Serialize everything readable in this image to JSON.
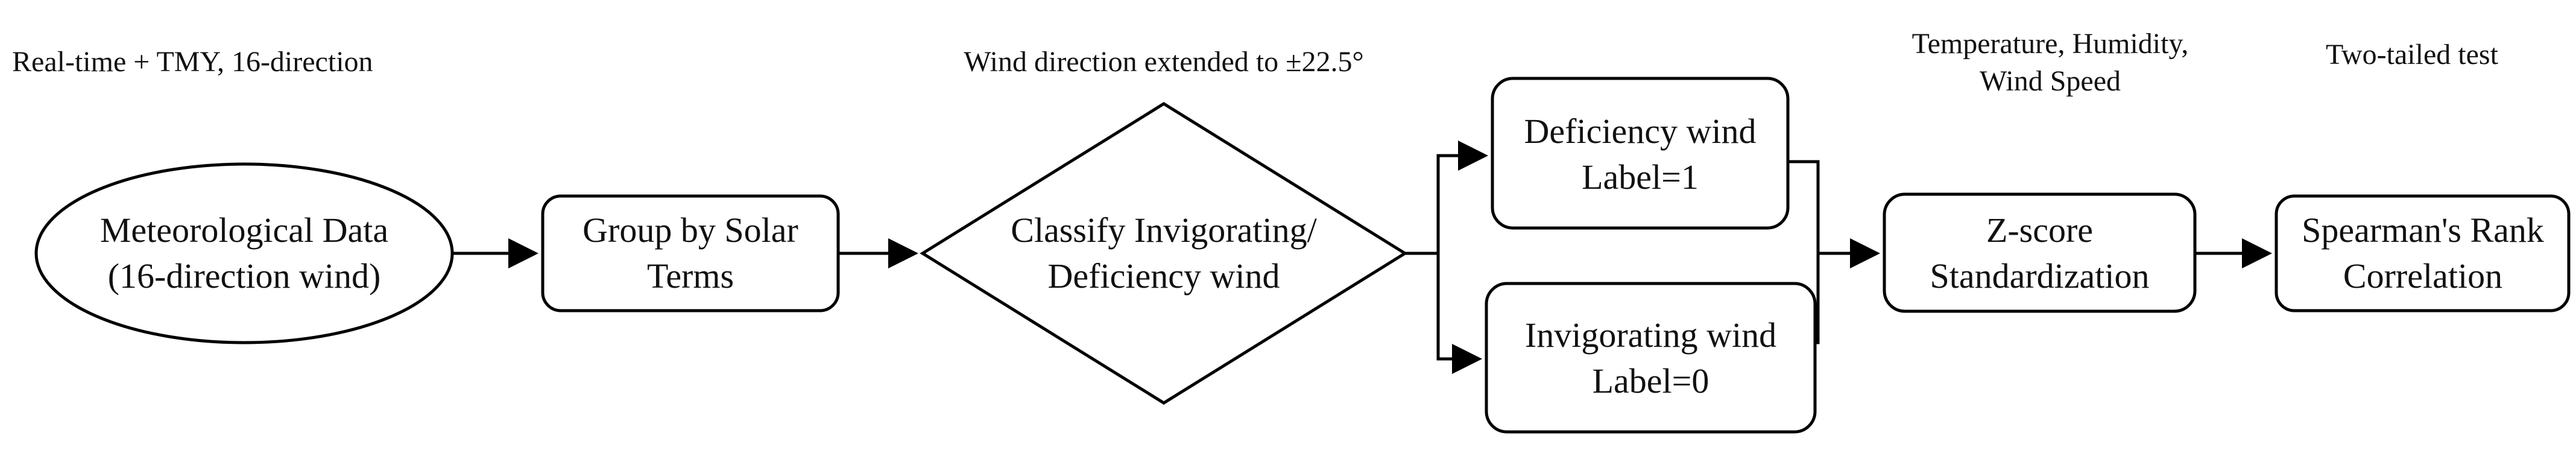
{
  "annotations": {
    "meteo_note": "Real-time + TMY, 16-direction",
    "classify_note": "Wind direction extended to ±22.5°",
    "zscore_note_line1": "Temperature, Humidity,",
    "zscore_note_line2": "Wind Speed",
    "spearman_note": "Two-tailed test"
  },
  "nodes": {
    "meteorological": {
      "line1": "Meteorological Data",
      "line2": "(16-direction wind)"
    },
    "group": {
      "line1": "Group by Solar",
      "line2": "Terms"
    },
    "classify": {
      "line1": "Classify Invigorating/",
      "line2": "Deficiency wind"
    },
    "deficiency": {
      "line1": "Deficiency wind",
      "line2": "Label=1"
    },
    "invigorating": {
      "line1": "Invigorating wind",
      "line2": "Label=0"
    },
    "zscore": {
      "line1": "Z-score",
      "line2": "Standardization"
    },
    "spearman": {
      "line1": "Spearman's Rank",
      "line2": "Correlation"
    }
  }
}
